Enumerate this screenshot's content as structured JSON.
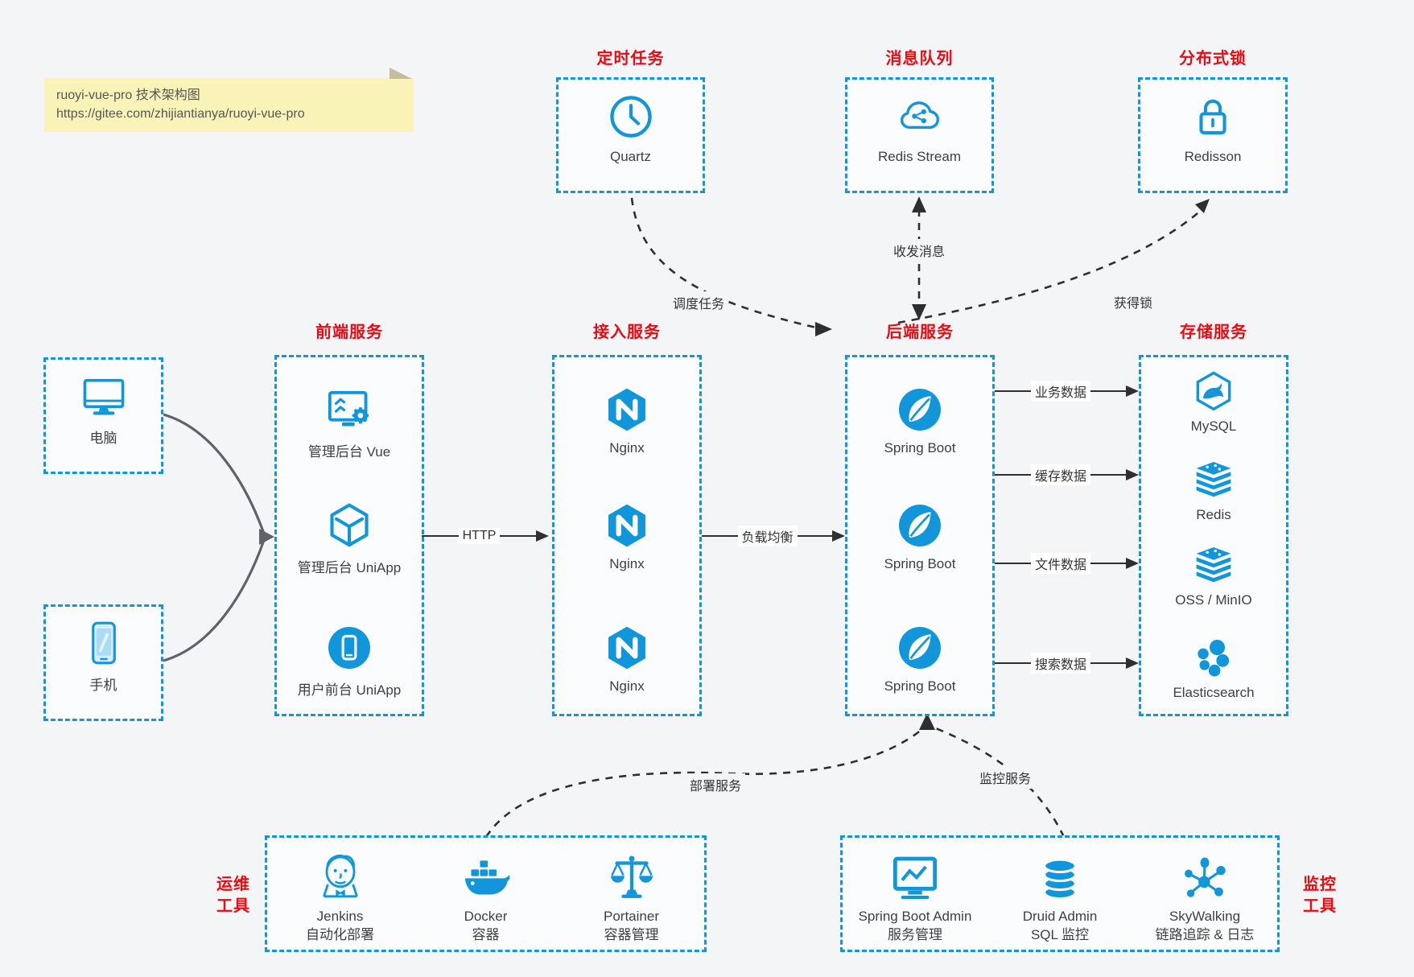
{
  "note": {
    "line1": "ruoyi-vue-pro 技术架构图",
    "line2": "https://gitee.com/zhijiantianya/ruoyi-vue-pro"
  },
  "colors": {
    "accent_blue": "#1296db",
    "label_red": "#e70b14",
    "canvas_bg": "#f4f5f6",
    "note_bg": "#f9f3b8",
    "arrow_dark": "#2f2f2f",
    "connector_gray": "#5f6368"
  },
  "top_groups": [
    {
      "label": "定时任务",
      "item": {
        "icon": "clock-icon",
        "name": "Quartz"
      }
    },
    {
      "label": "消息队列",
      "item": {
        "icon": "redis-stream-cloud-icon",
        "name": "Redis Stream"
      }
    },
    {
      "label": "分布式锁",
      "item": {
        "icon": "lock-icon",
        "name": "Redisson"
      }
    }
  ],
  "clients": [
    {
      "icon": "desktop-icon",
      "label": "电脑"
    },
    {
      "icon": "smartphone-icon",
      "label": "手机"
    }
  ],
  "columns": [
    {
      "label": "前端服务",
      "items": [
        {
          "icon": "admin-vue-icon",
          "name": "管理后台 Vue"
        },
        {
          "icon": "uniapp-cube-icon",
          "name": "管理后台 UniApp"
        },
        {
          "icon": "user-uniapp-icon",
          "name": "用户前台 UniApp"
        }
      ]
    },
    {
      "label": "接入服务",
      "items": [
        {
          "icon": "nginx-icon",
          "name": "Nginx"
        },
        {
          "icon": "nginx-icon",
          "name": "Nginx"
        },
        {
          "icon": "nginx-icon",
          "name": "Nginx"
        }
      ]
    },
    {
      "label": "后端服务",
      "items": [
        {
          "icon": "spring-boot-icon",
          "name": "Spring Boot"
        },
        {
          "icon": "spring-boot-icon",
          "name": "Spring Boot"
        },
        {
          "icon": "spring-boot-icon",
          "name": "Spring Boot"
        }
      ]
    },
    {
      "label": "存储服务",
      "items": [
        {
          "icon": "mysql-icon",
          "name": "MySQL"
        },
        {
          "icon": "redis-stack-icon",
          "name": "Redis"
        },
        {
          "icon": "oss-stack-icon",
          "name": "OSS / MinIO"
        },
        {
          "icon": "elasticsearch-icon",
          "name": "Elasticsearch"
        }
      ]
    }
  ],
  "edges": {
    "http": "HTTP",
    "load_balance": "负载均衡",
    "business_data": "业务数据",
    "cache_data": "缓存数据",
    "file_data": "文件数据",
    "search_data": "搜索数据",
    "schedule_task": "调度任务",
    "send_receive_msg": "收发消息",
    "acquire_lock": "获得锁",
    "deploy_service": "部署服务",
    "monitor_service": "监控服务"
  },
  "bottom_groups": [
    {
      "side_label": [
        "运维",
        "工具"
      ],
      "items": [
        {
          "icon": "jenkins-icon",
          "name": "Jenkins",
          "sub": "自动化部署"
        },
        {
          "icon": "docker-icon",
          "name": "Docker",
          "sub": "容器"
        },
        {
          "icon": "portainer-icon",
          "name": "Portainer",
          "sub": "容器管理"
        }
      ]
    },
    {
      "side_label": [
        "监控",
        "工具"
      ],
      "items": [
        {
          "icon": "spring-boot-admin-icon",
          "name": "Spring Boot Admin",
          "sub": "服务管理"
        },
        {
          "icon": "druid-icon",
          "name": "Druid Admin",
          "sub": "SQL 监控"
        },
        {
          "icon": "skywalking-icon",
          "name": "SkyWalking",
          "sub": "链路追踪 & 日志"
        }
      ]
    }
  ]
}
